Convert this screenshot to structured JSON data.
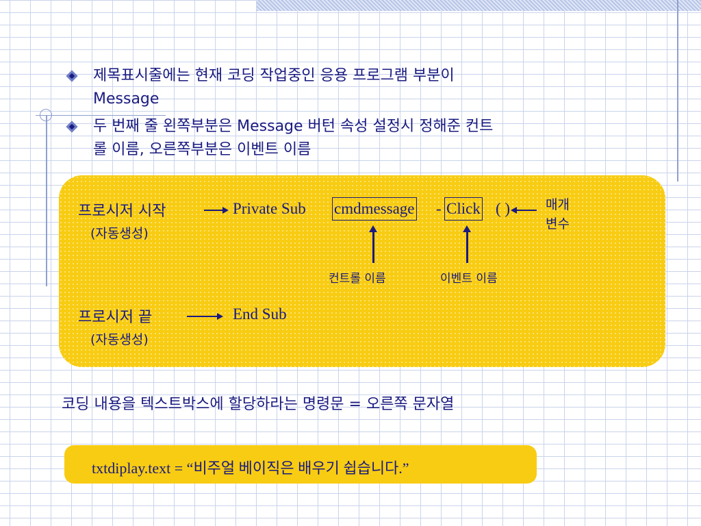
{
  "bullets": [
    {
      "line1": "제목표시줄에는 현재 코딩 작업중인 응용 프로그램 부분이",
      "line2": "Message"
    },
    {
      "line1": "두 번째 줄 왼쪽부분은 Message 버턴 속성 설정시 정해준 컨트",
      "line2": "롤 이름, 오른쪽부분은 이벤트 이름"
    }
  ],
  "diagram": {
    "proc_start": "프로시저 시작",
    "auto_gen": "(자동생성)",
    "private_sub": "Private Sub",
    "control_name_value": "cmdmessage",
    "dash": "-",
    "event_name_value": "Click",
    "parens": "( )",
    "param_line1": "매개",
    "param_line2": "변수",
    "control_name_label": "컨트롤 이름",
    "event_name_label": "이벤트 이름",
    "proc_end": "프로시저 끝",
    "end_sub": "End Sub"
  },
  "instruction": "코딩 내용을 텍스트박스에 할당하라는 명령문 = 오른쪽 문자열",
  "code_line": "txtdiplay.text = “비주얼 베이직은 배우기 쉽습니다.”",
  "colors": {
    "accent": "#f8cc12",
    "text": "#1a1a80",
    "grid": "#c9d3ea"
  }
}
